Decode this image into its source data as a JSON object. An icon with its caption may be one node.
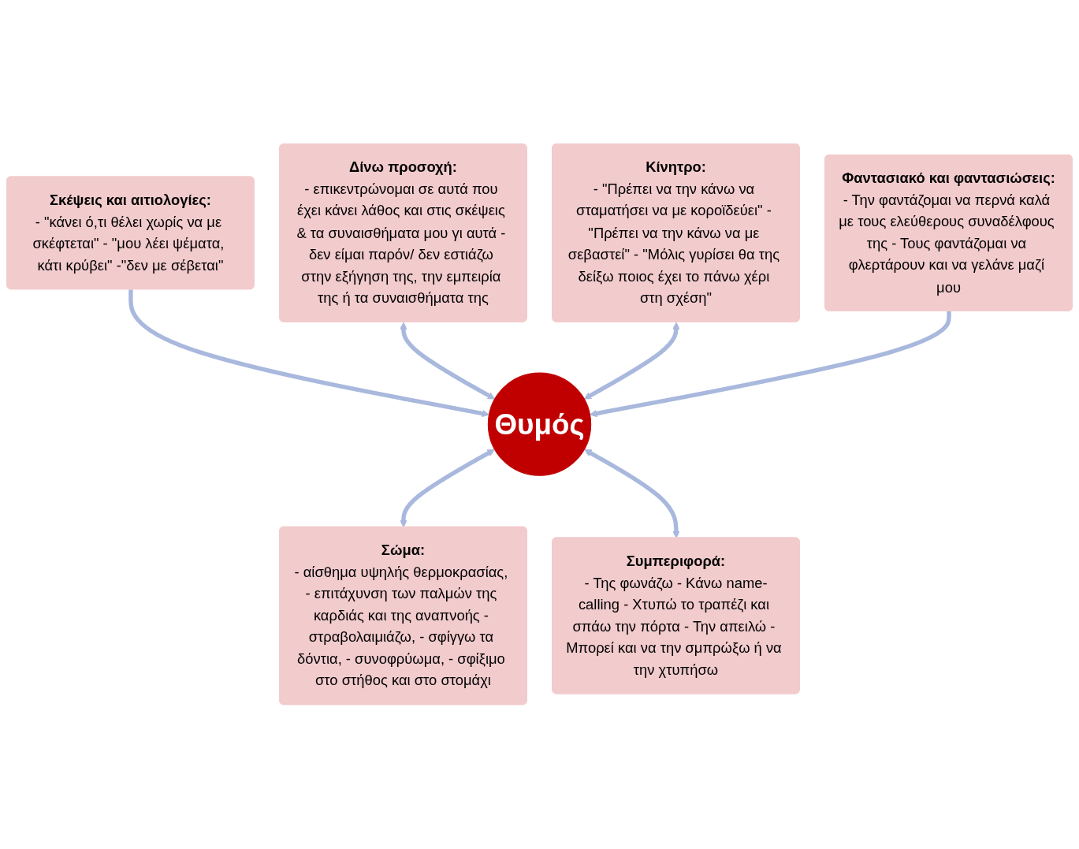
{
  "diagram": {
    "nodes": [
      {
        "text": [
          "Σκέψεις και αιτιολογίες:",
          "- \"κάνει ό,τι θέλει χωρίς να με σκέφτεται\" - \"μου λέει ψέματα, κάτι κρύβει\" -\"δεν με σέβεται\""
        ]
      },
      {
        "text": [
          "Δίνω προσοχή:",
          "- επικεντρώνομαι σε αυτά που έχει κάνει λάθος και στις σκέψεις & τα συναισθήματα μου γι αυτά - δεν είμαι παρόν/ δεν εστιάζω στην εξήγηση της, την εμπειρία της ή τα συναισθήματα της"
        ]
      },
      {
        "text": [
          "Κίνητρο:",
          "- \"Πρέπει να την κάνω να σταματήσει να με κοροϊδεύει\" - \"Πρέπει να την κάνω να με σεβαστεί\" - \"Μόλις γυρίσει θα της δείξω ποιος έχει το πάνω χέρι στη σχέση\""
        ]
      },
      {
        "text": [
          "Θυμός"
        ]
      },
      {
        "text": [
          "Σώμα:",
          "- αίσθημα υψηλής θερμοκρασίας, - επιτάχυνση των παλμών της καρδιάς και της αναπνοής - στραβολαιμιάζω, - σφίγγω τα δόντια, - συνοφρύωμα, - σφίξιμο στο στήθος και στο στομάχι"
        ]
      },
      {
        "text": [
          "Φαντασιακό και φαντασιώσεις:",
          "- Την φαντάζομαι να περνά καλά με τους ελεύθερους συναδέλφους της - Τους φαντάζομαι να φλερτάρουν και να γελάνε μαζί μου"
        ]
      },
      {
        "text": [
          "Συμπεριφορά:",
          "- Της φωνάζω - Κάνω name-calling - Χτυπώ το τραπέζι και σπάω την πόρτα - Την απειλώ - Μπορεί και να την σμπρώξω ή να την χτυπήσω"
        ]
      }
    ],
    "edges": [
      {
        "from": 0,
        "to": 3,
        "arrow": "to"
      },
      {
        "from": 1,
        "to": 3,
        "arrow": "both"
      },
      {
        "from": 2,
        "to": 3,
        "arrow": "both"
      },
      {
        "from": 3,
        "to": 4,
        "arrow": "both"
      },
      {
        "from": 5,
        "to": 3,
        "arrow": "to"
      },
      {
        "from": 3,
        "to": 6,
        "arrow": "both"
      }
    ]
  }
}
